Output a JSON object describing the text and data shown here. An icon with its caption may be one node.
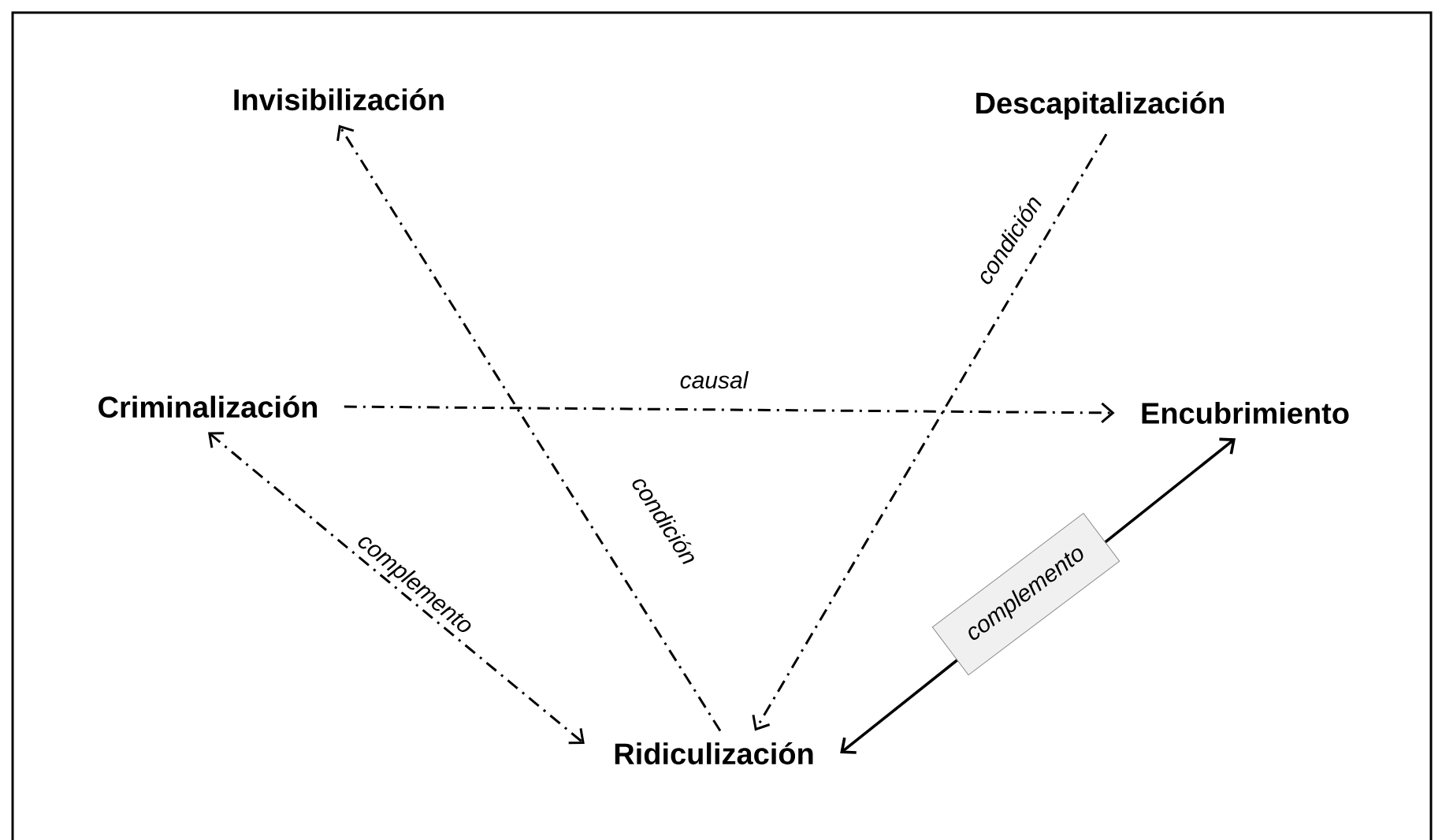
{
  "diagram": {
    "nodes": [
      {
        "text": [
          "Invisibilización"
        ]
      },
      {
        "text": [
          "Descapitalización"
        ]
      },
      {
        "text": [
          "Criminalización"
        ]
      },
      {
        "text": [
          "Encubrimiento"
        ]
      },
      {
        "text": [
          "Ridiculización"
        ]
      }
    ],
    "edges": [
      {
        "from": 4,
        "to": 0,
        "arrow": "to",
        "label": "condición",
        "style": "dashed"
      },
      {
        "from": 1,
        "to": 4,
        "arrow": "to",
        "label": "condición",
        "style": "dashed"
      },
      {
        "from": 2,
        "to": 3,
        "arrow": "to",
        "label": "causal",
        "style": "dashed"
      },
      {
        "from": 2,
        "to": 4,
        "arrow": "both",
        "label": "complemento",
        "style": "dashed"
      },
      {
        "from": 4,
        "to": 3,
        "arrow": "both",
        "label": "complemento"
      }
    ]
  }
}
